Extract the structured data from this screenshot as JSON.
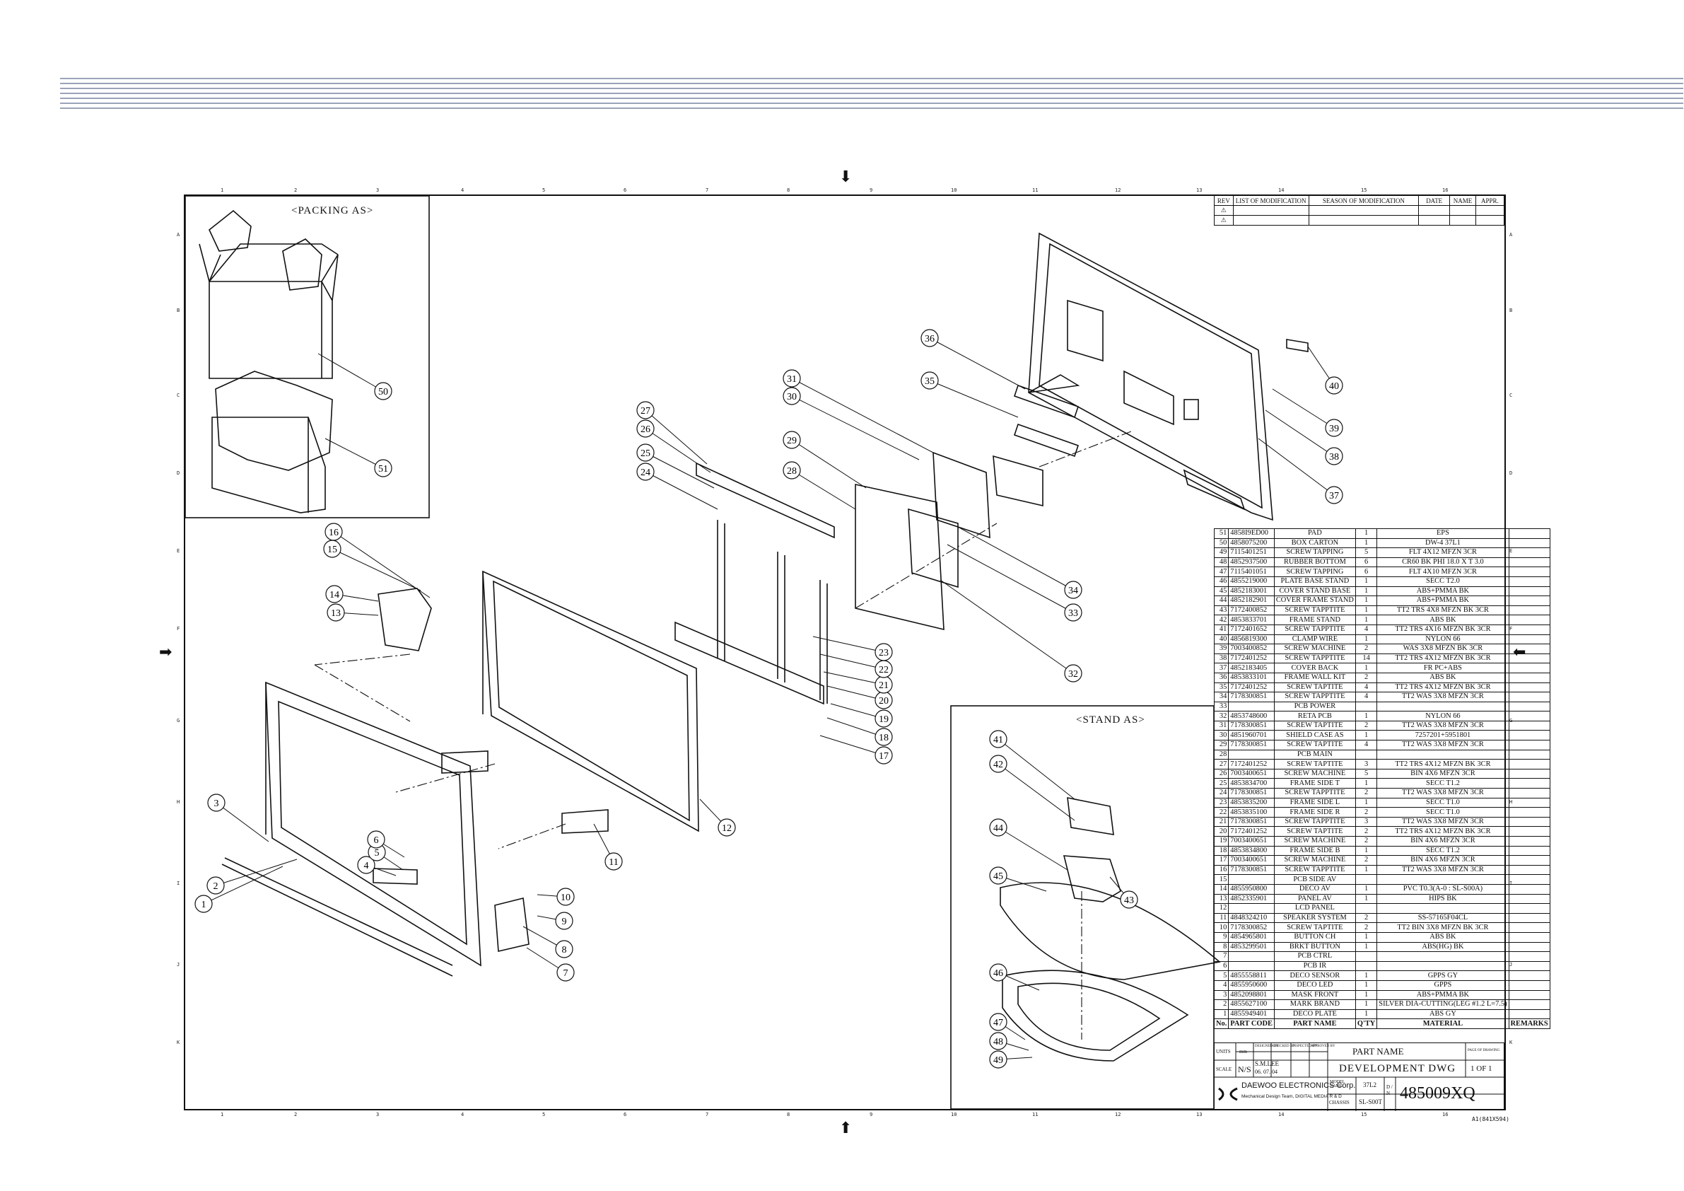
{
  "boxes": {
    "packing_title": "<PACKING AS>",
    "stand_title": "<STAND AS>"
  },
  "ruler": {
    "cols": [
      "1",
      "2",
      "3",
      "4",
      "5",
      "6",
      "7",
      "8",
      "9",
      "10",
      "11",
      "12",
      "13",
      "14",
      "15",
      "16"
    ],
    "rows": [
      "A",
      "B",
      "C",
      "D",
      "E",
      "F",
      "G",
      "H",
      "I",
      "J",
      "K"
    ]
  },
  "arrows": {
    "top": "⬇",
    "bottom": "⬆",
    "left": "➡",
    "right": "⬅"
  },
  "revision": {
    "headers": [
      "REV",
      "LIST OF MODIFICATION",
      "SEASON OF MODIFICATION",
      "DATE",
      "NAME",
      "APPR."
    ],
    "rows": [
      [
        "⚠",
        "",
        "",
        "",
        "",
        ""
      ],
      [
        "⚠",
        "",
        "",
        "",
        "",
        ""
      ]
    ]
  },
  "callouts": [
    {
      "n": "1",
      "label": "1"
    },
    {
      "n": "2",
      "label": "2"
    },
    {
      "n": "3",
      "label": "3"
    },
    {
      "n": "4",
      "label": "4"
    },
    {
      "n": "5",
      "label": "5"
    },
    {
      "n": "6",
      "label": "6"
    },
    {
      "n": "7",
      "label": "7"
    },
    {
      "n": "8",
      "label": "8"
    },
    {
      "n": "9",
      "label": "9"
    },
    {
      "n": "10",
      "label": "10"
    },
    {
      "n": "11",
      "label": "11"
    },
    {
      "n": "12",
      "label": "12"
    },
    {
      "n": "13",
      "label": "13"
    },
    {
      "n": "14",
      "label": "14"
    },
    {
      "n": "15",
      "label": "15"
    },
    {
      "n": "16",
      "label": "16"
    },
    {
      "n": "17",
      "label": "17"
    },
    {
      "n": "18",
      "label": "18"
    },
    {
      "n": "19",
      "label": "19"
    },
    {
      "n": "20",
      "label": "20"
    },
    {
      "n": "21",
      "label": "21"
    },
    {
      "n": "22",
      "label": "22"
    },
    {
      "n": "23",
      "label": "23"
    },
    {
      "n": "24",
      "label": "24"
    },
    {
      "n": "25",
      "label": "25"
    },
    {
      "n": "26",
      "label": "26"
    },
    {
      "n": "27",
      "label": "27"
    },
    {
      "n": "28",
      "label": "28"
    },
    {
      "n": "29",
      "label": "29"
    },
    {
      "n": "30",
      "label": "30"
    },
    {
      "n": "31",
      "label": "31"
    },
    {
      "n": "32",
      "label": "32"
    },
    {
      "n": "33",
      "label": "33"
    },
    {
      "n": "34",
      "label": "34"
    },
    {
      "n": "35",
      "label": "35"
    },
    {
      "n": "36",
      "label": "36"
    },
    {
      "n": "37",
      "label": "37"
    },
    {
      "n": "38",
      "label": "38"
    },
    {
      "n": "39",
      "label": "39"
    },
    {
      "n": "40",
      "label": "40"
    },
    {
      "n": "41",
      "label": "41"
    },
    {
      "n": "42",
      "label": "42"
    },
    {
      "n": "43",
      "label": "43"
    },
    {
      "n": "44",
      "label": "44"
    },
    {
      "n": "45",
      "label": "45"
    },
    {
      "n": "46",
      "label": "46"
    },
    {
      "n": "47",
      "label": "47"
    },
    {
      "n": "48",
      "label": "48"
    },
    {
      "n": "49",
      "label": "49"
    },
    {
      "n": "50",
      "label": "50"
    },
    {
      "n": "51",
      "label": "51"
    }
  ],
  "bom": {
    "rows": [
      [
        "51",
        "4858I9ED00",
        "PAD",
        "1",
        "EPS",
        ""
      ],
      [
        "50",
        "4858075200",
        "BOX CARTON",
        "1",
        "DW-4 37L1",
        ""
      ],
      [
        "49",
        "7115401251",
        "SCREW TAPPING",
        "5",
        "FLT 4X12 MFZN 3CR",
        ""
      ],
      [
        "48",
        "4852937500",
        "RUBBER BOTTOM",
        "6",
        "CR60 BK PHI 18.0 X T 3.0",
        ""
      ],
      [
        "47",
        "7115401051",
        "SCREW TAPPING",
        "6",
        "FLT 4X10 MFZN 3CR",
        ""
      ],
      [
        "46",
        "4855219000",
        "PLATE BASE STAND",
        "1",
        "SECC T2.0",
        ""
      ],
      [
        "45",
        "4852183001",
        "COVER STAND BASE",
        "1",
        "ABS+PMMA BK",
        ""
      ],
      [
        "44",
        "4852182901",
        "COVER FRAME STAND",
        "1",
        "ABS+PMMA BK",
        ""
      ],
      [
        "43",
        "7172400852",
        "SCREW TAPPTITE",
        "1",
        "TT2 TRS 4X8 MFZN BK 3CR",
        ""
      ],
      [
        "42",
        "4853833701",
        "FRAME STAND",
        "1",
        "ABS BK",
        ""
      ],
      [
        "41",
        "7172401652",
        "SCREW TAPPTITE",
        "4",
        "TT2 TRS 4X16 MFZN BK 3CR",
        ""
      ],
      [
        "40",
        "4856819300",
        "CLAMP WIRE",
        "1",
        "NYLON 66",
        ""
      ],
      [
        "39",
        "7003400852",
        "SCREW MACHINE",
        "2",
        "WAS 3X8 MFZN BK 3CR",
        ""
      ],
      [
        "38",
        "7172401252",
        "SCREW TAPPTITE",
        "14",
        "TT2 TRS 4X12 MFZN BK 3CR",
        ""
      ],
      [
        "37",
        "4852183405",
        "COVER BACK",
        "1",
        "FR PC+ABS",
        ""
      ],
      [
        "36",
        "4853833101",
        "FRAME WALL KIT",
        "2",
        "ABS BK",
        ""
      ],
      [
        "35",
        "7172401252",
        "SCREW TAPTITE",
        "4",
        "TT2 TRS 4X12 MFZN BK 3CR",
        ""
      ],
      [
        "34",
        "7178300851",
        "SCREW TAPPTITE",
        "4",
        "TT2 WAS 3X8 MFZN 3CR",
        ""
      ],
      [
        "33",
        "",
        "PCB POWER",
        "",
        "",
        ""
      ],
      [
        "32",
        "4853748600",
        "RETA PCB",
        "1",
        "NYLON 66",
        ""
      ],
      [
        "31",
        "7178300851",
        "SCREW TAPTITE",
        "2",
        "TT2 WAS 3X8 MFZN 3CR",
        ""
      ],
      [
        "30",
        "4851960701",
        "SHIELD CASE AS",
        "1",
        "7257201+5951801",
        ""
      ],
      [
        "29",
        "7178300851",
        "SCREW TAPTITE",
        "4",
        "TT2 WAS 3X8 MFZN 3CR",
        ""
      ],
      [
        "28",
        "",
        "PCB MAIN",
        "",
        "",
        ""
      ],
      [
        "27",
        "7172401252",
        "SCREW TAPTITE",
        "3",
        "TT2 TRS 4X12 MFZN BK 3CR",
        ""
      ],
      [
        "26",
        "7003400651",
        "SCREW MACHINE",
        "5",
        "BIN 4X6 MFZN 3CR",
        ""
      ],
      [
        "25",
        "4853834700",
        "FRAME SIDE T",
        "1",
        "SECC T1.2",
        ""
      ],
      [
        "24",
        "7178300851",
        "SCREW TAPPTITE",
        "2",
        "TT2 WAS 3X8 MFZN 3CR",
        ""
      ],
      [
        "23",
        "4853835200",
        "FRAME SIDE L",
        "1",
        "SECC T1.0",
        ""
      ],
      [
        "22",
        "4853835100",
        "FRAME SIDE R",
        "2",
        "SECC T1.0",
        ""
      ],
      [
        "21",
        "7178300851",
        "SCREW TAPPTITE",
        "3",
        "TT2 WAS 3X8 MFZN 3CR",
        ""
      ],
      [
        "20",
        "7172401252",
        "SCREW TAPTITE",
        "2",
        "TT2 TRS 4X12 MFZN BK 3CR",
        ""
      ],
      [
        "19",
        "7003400651",
        "SCREW MACHINE",
        "2",
        "BIN 4X6 MFZN 3CR",
        ""
      ],
      [
        "18",
        "4853834800",
        "FRAME SIDE B",
        "1",
        "SECC T1.2",
        ""
      ],
      [
        "17",
        "7003400651",
        "SCREW MACHINE",
        "2",
        "BIN 4X6 MFZN 3CR",
        ""
      ],
      [
        "16",
        "7178300851",
        "SCREW TAPPTITE",
        "1",
        "TT2 WAS 3X8 MFZN 3CR",
        ""
      ],
      [
        "15",
        "",
        "PCB SIDE AV",
        "",
        "",
        ""
      ],
      [
        "14",
        "4855950800",
        "DECO AV",
        "1",
        "PVC T0.3(A-0 : SL-S00A)",
        ""
      ],
      [
        "13",
        "4852335901",
        "PANEL AV",
        "1",
        "HIPS BK",
        ""
      ],
      [
        "12",
        "",
        "LCD PANEL",
        "",
        "",
        ""
      ],
      [
        "11",
        "4848324210",
        "SPEAKER SYSTEM",
        "2",
        "SS-57165F04CL",
        ""
      ],
      [
        "10",
        "7178300852",
        "SCREW TAPTITE",
        "2",
        "TT2 BIN 3X8 MFZN BK 3CR",
        ""
      ],
      [
        "9",
        "4854965801",
        "BUTTON CH",
        "1",
        "ABS BK",
        ""
      ],
      [
        "8",
        "4853299501",
        "BRKT BUTTON",
        "1",
        "ABS(HG) BK",
        ""
      ],
      [
        "7",
        "",
        "PCB CTRL",
        "",
        "",
        ""
      ],
      [
        "6",
        "",
        "PCB IR",
        "",
        "",
        ""
      ],
      [
        "5",
        "4855558811",
        "DECO SENSOR",
        "1",
        "GPPS GY",
        ""
      ],
      [
        "4",
        "4855950600",
        "DECO LED",
        "1",
        "GPPS",
        ""
      ],
      [
        "3",
        "4852098801",
        "MASK FRONT",
        "1",
        "ABS+PMMA BK",
        ""
      ],
      [
        "2",
        "4855627100",
        "MARK BRAND",
        "1",
        "SILVER DIA-CUTTING(LEG #1.2 L=7.5)",
        ""
      ],
      [
        "1",
        "4855949401",
        "DECO PLATE",
        "1",
        "ABS GY",
        ""
      ]
    ],
    "header": [
      "No.",
      "PART CODE",
      "PART NAME",
      "Q'TY",
      "MATERIAL",
      "REMARKS"
    ]
  },
  "title_block": {
    "units_label": "UNITS",
    "units_value": "mm",
    "designed_label": "DESIGNED BY",
    "checked_label": "CHECKED BY",
    "inspected_label": "INSPECTED BY",
    "approved_label": "APPROVED BY",
    "part_name_label": "PART NAME",
    "page_label": "PAGE OF DRAWING",
    "scale_label": "SCALE",
    "scale_value": "N/S",
    "designer": "S.M.LEE",
    "date": "06. 07. 04",
    "part_name": "DEVELOPMENT DWG",
    "page": "1 OF 1",
    "company": "DAEWOO ELECTRONICS Corp.",
    "division": "Mechanical Design Team, DIGITAL MEDIA R & D",
    "model_label": "MODEL NAME",
    "model_value": "37L2",
    "chassis_label": "CHASSIS",
    "chassis_value": "SL-S00T",
    "dn_label": "D / N",
    "drawing_number": "485009XQ",
    "sheet_size": "A1(841X594)"
  },
  "colors": {
    "header_lines": "#9aa3b8",
    "ink": "#111111"
  }
}
